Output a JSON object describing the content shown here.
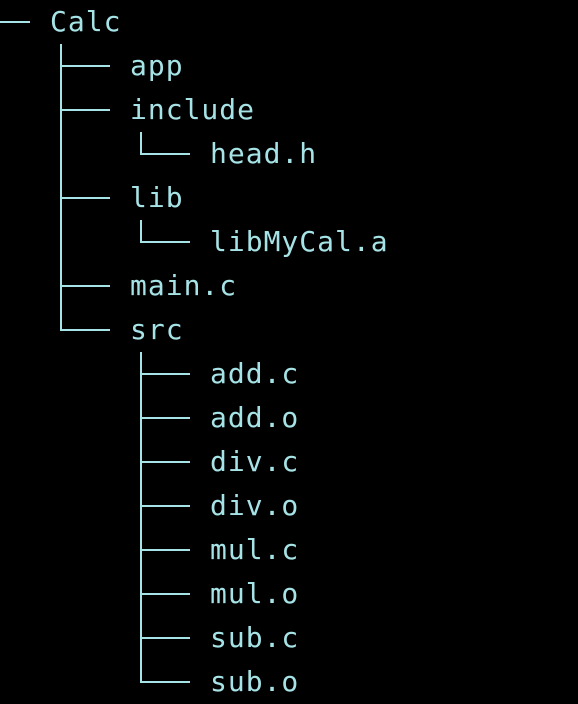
{
  "colors": {
    "background": "#000000",
    "foreground": "#a6e3e6"
  },
  "tree": {
    "root": "Calc",
    "nodes": [
      {
        "name": "app",
        "depth": 1,
        "last": false
      },
      {
        "name": "include",
        "depth": 1,
        "last": false
      },
      {
        "name": "head.h",
        "depth": 2,
        "last": true
      },
      {
        "name": "lib",
        "depth": 1,
        "last": false
      },
      {
        "name": "libMyCal.a",
        "depth": 2,
        "last": true
      },
      {
        "name": "main.c",
        "depth": 1,
        "last": false
      },
      {
        "name": "src",
        "depth": 1,
        "last": true
      },
      {
        "name": "add.c",
        "depth": 2,
        "last": false
      },
      {
        "name": "add.o",
        "depth": 2,
        "last": false
      },
      {
        "name": "div.c",
        "depth": 2,
        "last": false
      },
      {
        "name": "div.o",
        "depth": 2,
        "last": false
      },
      {
        "name": "mul.c",
        "depth": 2,
        "last": false
      },
      {
        "name": "mul.o",
        "depth": 2,
        "last": false
      },
      {
        "name": "sub.c",
        "depth": 2,
        "last": false
      },
      {
        "name": "sub.o",
        "depth": 2,
        "last": true
      }
    ]
  }
}
